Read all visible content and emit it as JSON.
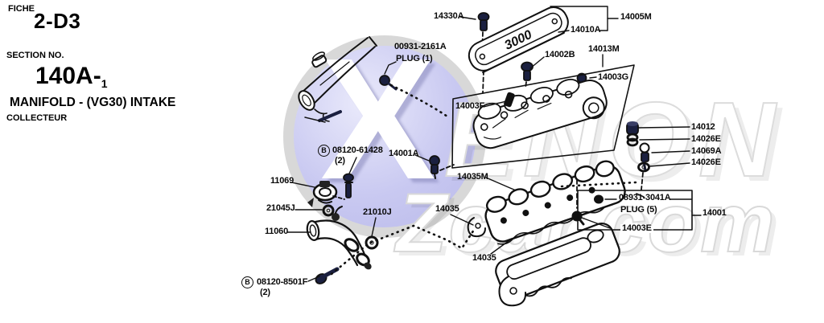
{
  "header": {
    "fiche_label": "FICHE",
    "fiche_value": "2-D3",
    "section_label": "SECTION NO.",
    "section_value": "140A-",
    "section_suffix": "1",
    "title": "MANIFOLD - (VG30) INTAKE",
    "subtitle": "COLLECTEUR"
  },
  "watermark": {
    "logo_letter": "X",
    "word_top": "ENON",
    "word_bottom": "Zcar.com"
  },
  "diagram": {
    "cover_text": "3000"
  },
  "symbols": {
    "b": "B"
  },
  "parts": {
    "p14330a": "14330A",
    "p14005m": "14005M",
    "p14010a": "14010A",
    "p14002b": "14002B",
    "p14013m": "14013M",
    "p14003g": "14003G",
    "plug1_a": "00931-2161A",
    "plug1_b": "PLUG (1)",
    "p14003f": "14003F",
    "b61428": "08120-61428",
    "b61428_qty": "(2)",
    "p14001a": "14001A",
    "p14035m": "14035M",
    "p11069": "11069",
    "p21045j": "21045J",
    "p21010j": "21010J",
    "p11060": "11060",
    "p14035_a": "14035",
    "p14035_b": "14035",
    "b8501": "08120-8501F",
    "b8501_qty": "(2)",
    "p14012": "14012",
    "p14026e_a": "14026E",
    "p14069a": "14069A",
    "p14026e_b": "14026E",
    "plug5_a": "08931-3041A",
    "plug5_b": "PLUG (5)",
    "p14003e": "14003E",
    "p14001": "14001"
  },
  "colors": {
    "ink": "#111111",
    "navy_part": "#1b2040",
    "watermark_lavender": "#c9c9f1",
    "watermark_gray": "#dcdcdc"
  }
}
